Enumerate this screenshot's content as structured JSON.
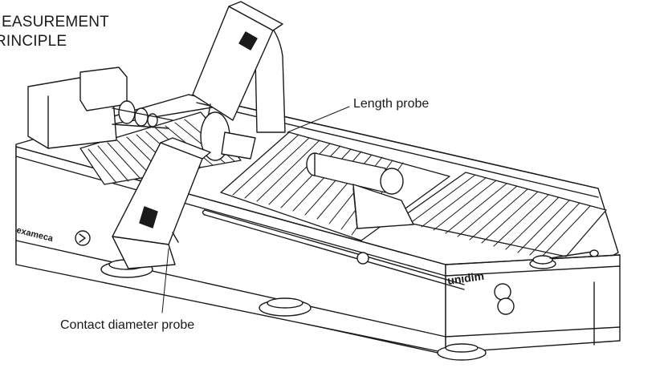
{
  "title": {
    "line1": "EASUREMENT",
    "line2": "RINCIPLE"
  },
  "callouts": {
    "length_probe": "Length probe",
    "contact_diameter_probe": "Contact diameter probe"
  },
  "logos": {
    "left": "exameca",
    "right": "unidim"
  },
  "colors": {
    "ink": "#1a1a1a",
    "background": "#ffffff"
  }
}
